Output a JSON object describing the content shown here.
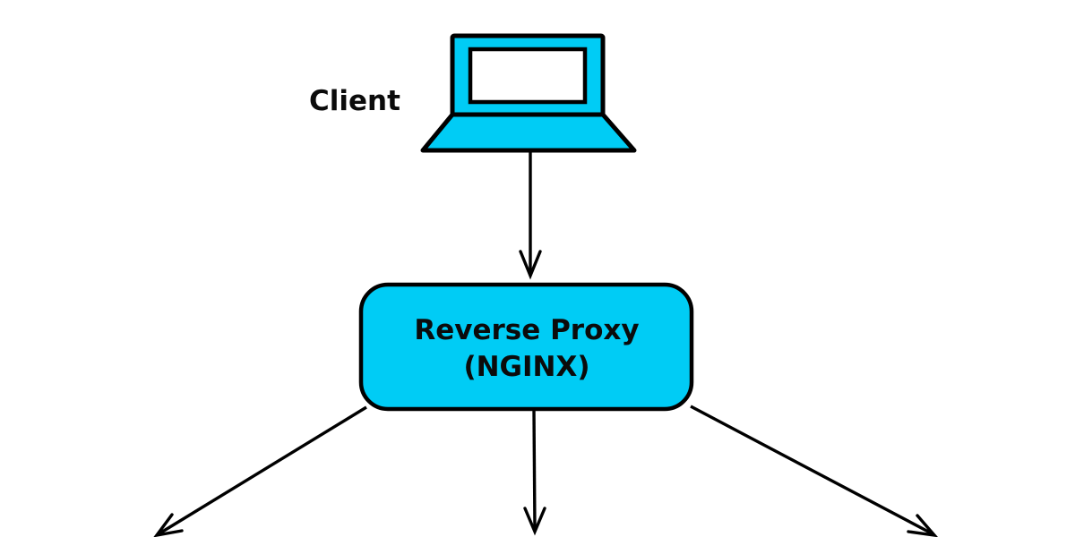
{
  "colors": {
    "background": "#FFFFFF",
    "shape_fill": "#00CCF5",
    "stroke": "#000000",
    "text": "#0B0B0B",
    "screen_fill": "#FFFFFF"
  },
  "nodes": {
    "client": {
      "label": "Client",
      "icon": "laptop-icon"
    },
    "reverse_proxy": {
      "label_line1": "Reverse Proxy",
      "label_line2": "(NGINX)"
    }
  },
  "edges": [
    {
      "from": "client",
      "to": "reverse_proxy",
      "direction": "down"
    },
    {
      "from": "reverse_proxy",
      "to": "offscreen-bottom-left",
      "direction": "down-left"
    },
    {
      "from": "reverse_proxy",
      "to": "offscreen-bottom-center",
      "direction": "down"
    },
    {
      "from": "reverse_proxy",
      "to": "offscreen-bottom-right",
      "direction": "down-right"
    }
  ]
}
